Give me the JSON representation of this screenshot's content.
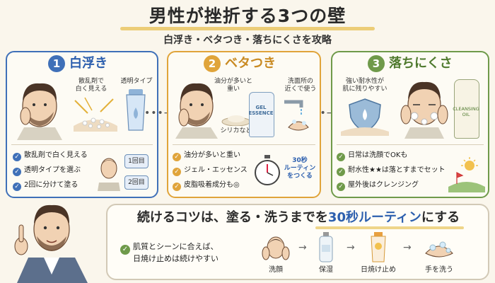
{
  "title": "男性が挫折する3つの壁",
  "subtitle": "白浮き・ベタつき・落ちにくさを攻略",
  "panels": [
    {
      "number": "1",
      "title": "白浮き",
      "labels": [
        "散乱剤で\n白く見える",
        "透明タイプ"
      ],
      "bullets": [
        "散乱剤で白く見える",
        "透明タイプを選ぶ",
        "2回に分けて塗る"
      ],
      "badges": [
        "1回目",
        "2回目"
      ],
      "color": "#3f70b8"
    },
    {
      "number": "2",
      "title": "ベタつき",
      "labels": [
        "油分が多いと\n重い",
        "洗面所の\n近くで使う",
        "シリカなど",
        "GEL\nESSENCE"
      ],
      "bullets": [
        "油分が多いと重い",
        "ジェル・エッセンス",
        "皮脂吸着成分も◎"
      ],
      "timer_text": "30秒\nルーティン\nをつくる",
      "color": "#e0a43a"
    },
    {
      "number": "3",
      "title": "落ちにくさ",
      "labels": [
        "強い耐水性が\n肌に残りやすい",
        "CLEANSING\nOIL"
      ],
      "bullets": [
        "日常は洗顔でOKも",
        "耐水性★★は落とすまでセット",
        "屋外後はクレンジング"
      ],
      "color": "#6f9a4a"
    }
  ],
  "bottom": {
    "headline_pre": "続けるコツは、塗る・洗うまでを",
    "headline_highlight": "30秒ルーティン",
    "headline_post": "にする",
    "check_text": "肌質とシーンに合えば、\n日焼け止めは続けやすい",
    "steps": [
      "洗顔",
      "保湿",
      "日焼け止め",
      "手を洗う"
    ]
  }
}
